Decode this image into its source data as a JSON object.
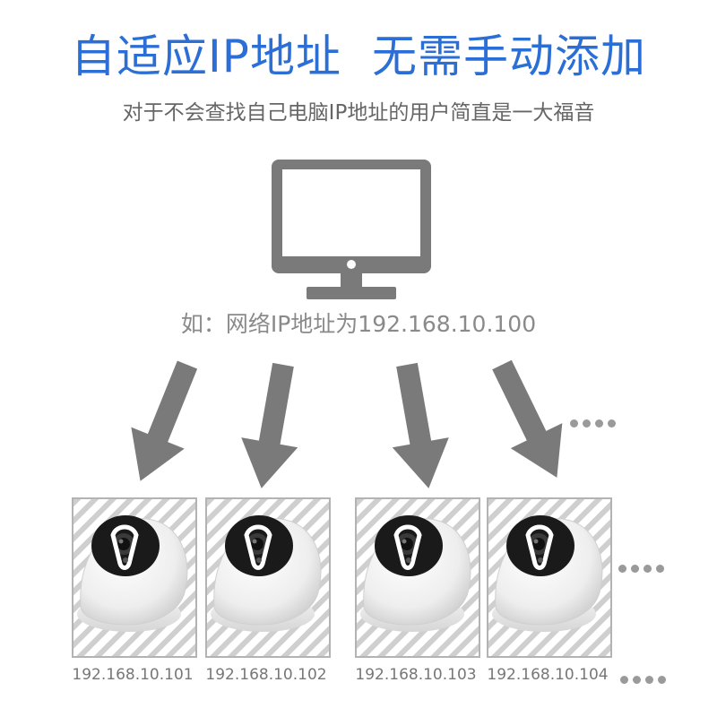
{
  "headline": {
    "part1": "自适应IP地址",
    "part2": "无需手动添加"
  },
  "subline": "对于不会查找自己电脑IP地址的用户简直是一大福音",
  "ip_note": "如：网络IP地址为192.168.10.100",
  "icons": {
    "computer": "monitor-icon",
    "camera": "dome-camera-icon",
    "arrow": "arrow-down-icon",
    "more": "ellipsis-dots-icon"
  },
  "colors": {
    "headline": "#2b6fd6",
    "monitor": "#7a7a7a",
    "arrow": "#7a7a7a",
    "hatch": "#c8c8c8"
  },
  "cameras": [
    {
      "ip": "192.168.10.101"
    },
    {
      "ip": "192.168.10.102"
    },
    {
      "ip": "192.168.10.103"
    },
    {
      "ip": "192.168.10.104"
    }
  ]
}
